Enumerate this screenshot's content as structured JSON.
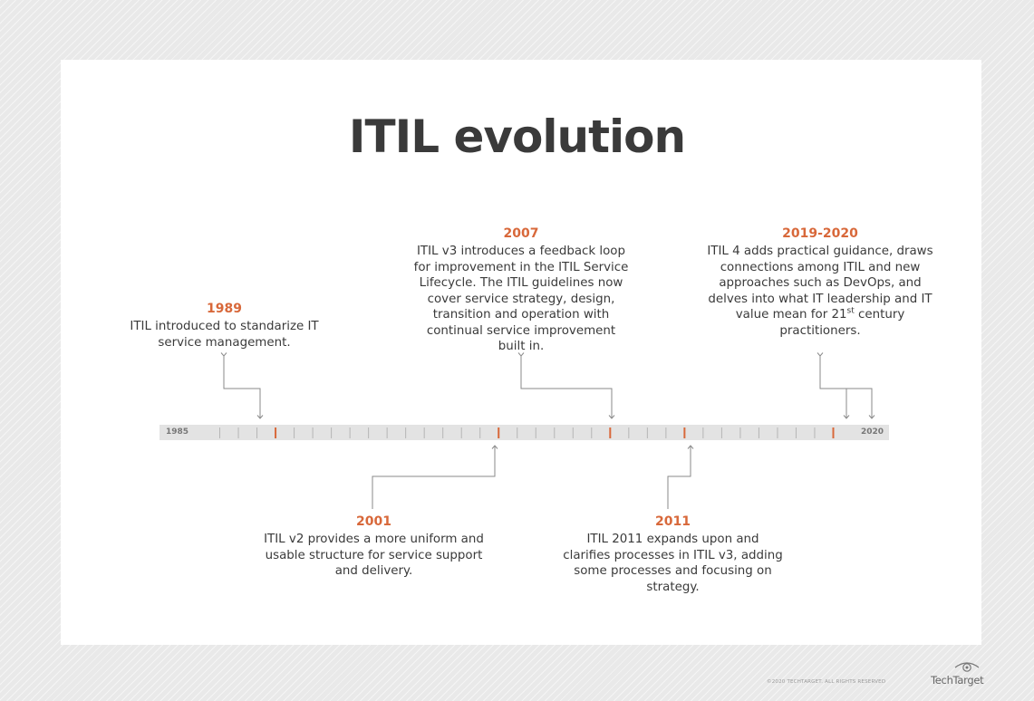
{
  "title": "ITIL evolution",
  "timeline": {
    "start_label": "1985",
    "end_label": "2020",
    "start_year": 1985,
    "end_year": 2020
  },
  "events": [
    {
      "year": "1989",
      "description": "ITIL introduced to standarize IT service management."
    },
    {
      "year": "2001",
      "description": "ITIL v2 provides a more uniform and usable structure for service support and delivery."
    },
    {
      "year": "2007",
      "description": "ITIL v3 introduces a feedback loop for improvement in the ITIL Service Lifecycle. The ITIL guidelines now cover service strategy, design, transition and operation with continual service improvement built in."
    },
    {
      "year": "2011",
      "description": "ITIL 2011 expands upon and clarifies processes in ITIL v3, adding some processes and focusing on strategy."
    },
    {
      "year": "2019-2020",
      "description": "ITIL 4 adds practical guidance, draws connections among ITIL and new approaches such as DevOps, and delves into what IT leadership and IT value mean for 21st century practitioners."
    }
  ],
  "footer": {
    "copyright": "©2020 TECHTARGET. ALL RIGHTS RESERVED",
    "brand": "TechTarget"
  },
  "colors": {
    "accent": "#d8683a",
    "text": "#3a3a3a",
    "timeline_bar": "#e3e3e3",
    "tick": "#b5b5b5"
  }
}
